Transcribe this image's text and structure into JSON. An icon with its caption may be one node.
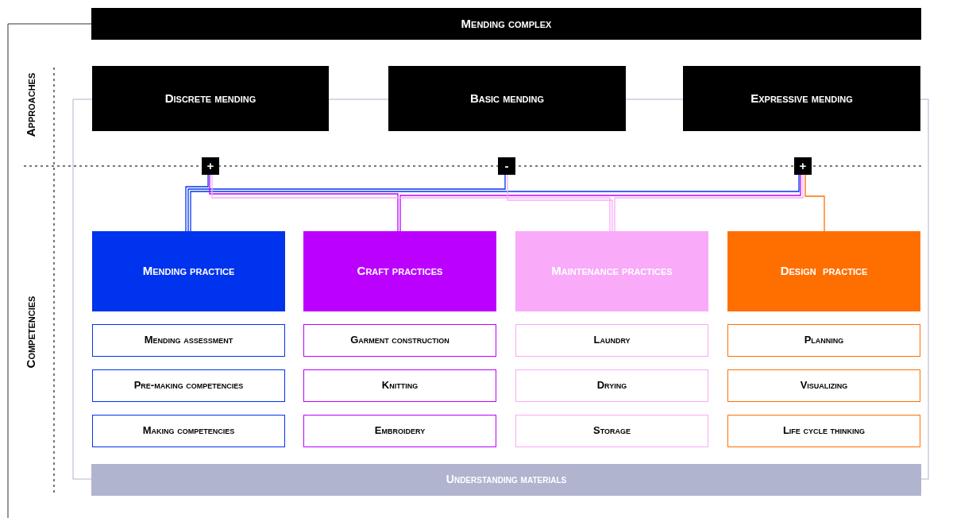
{
  "diagram": {
    "nodes": [
      {
        "text": [
          "Mending complex"
        ]
      },
      {
        "text": [
          "Discrete mending"
        ]
      },
      {
        "text": [
          "Basic mending"
        ]
      },
      {
        "text": [
          "Expressive mending"
        ]
      },
      {
        "text": [
          "+"
        ]
      },
      {
        "text": [
          "-"
        ]
      },
      {
        "text": [
          "+"
        ]
      },
      {
        "text": [
          "Mending practice"
        ]
      },
      {
        "text": [
          "Craft practices"
        ]
      },
      {
        "text": [
          "Maintenance practices"
        ]
      },
      {
        "text": [
          "Design  practice"
        ]
      },
      {
        "text": [
          "Mending assessment"
        ]
      },
      {
        "text": [
          "Pre-making competencies"
        ]
      },
      {
        "text": [
          "Making competencies"
        ]
      },
      {
        "text": [
          "Garment construction"
        ]
      },
      {
        "text": [
          "Knitting"
        ]
      },
      {
        "text": [
          "Embroidery"
        ]
      },
      {
        "text": [
          "Laundry"
        ]
      },
      {
        "text": [
          "Drying"
        ]
      },
      {
        "text": [
          "Storage"
        ]
      },
      {
        "text": [
          "Planning"
        ]
      },
      {
        "text": [
          "Visualizing"
        ]
      },
      {
        "text": [
          "Life cycle thinking"
        ]
      },
      {
        "text": [
          "Understanding materials"
        ]
      }
    ],
    "edges": [
      {
        "from": 4,
        "to": 7,
        "arrow": "none",
        "color": "#0033ee"
      },
      {
        "from": 5,
        "to": 7,
        "arrow": "none",
        "color": "#0033ee"
      },
      {
        "from": 6,
        "to": 7,
        "arrow": "none",
        "color": "#0033ee"
      },
      {
        "from": 4,
        "to": 8,
        "arrow": "none",
        "color": "#bb00ff"
      },
      {
        "from": 6,
        "to": 8,
        "arrow": "none",
        "color": "#bb00ff"
      },
      {
        "from": 4,
        "to": 9,
        "arrow": "none",
        "color": "#f9aaf9"
      },
      {
        "from": 5,
        "to": 9,
        "arrow": "none",
        "color": "#f9aaf9"
      },
      {
        "from": 6,
        "to": 9,
        "arrow": "none",
        "color": "#f9aaf9"
      },
      {
        "from": 6,
        "to": 10,
        "arrow": "none",
        "color": "#ff6f00"
      }
    ],
    "labels": [
      "Approaches",
      "Competencies"
    ]
  }
}
